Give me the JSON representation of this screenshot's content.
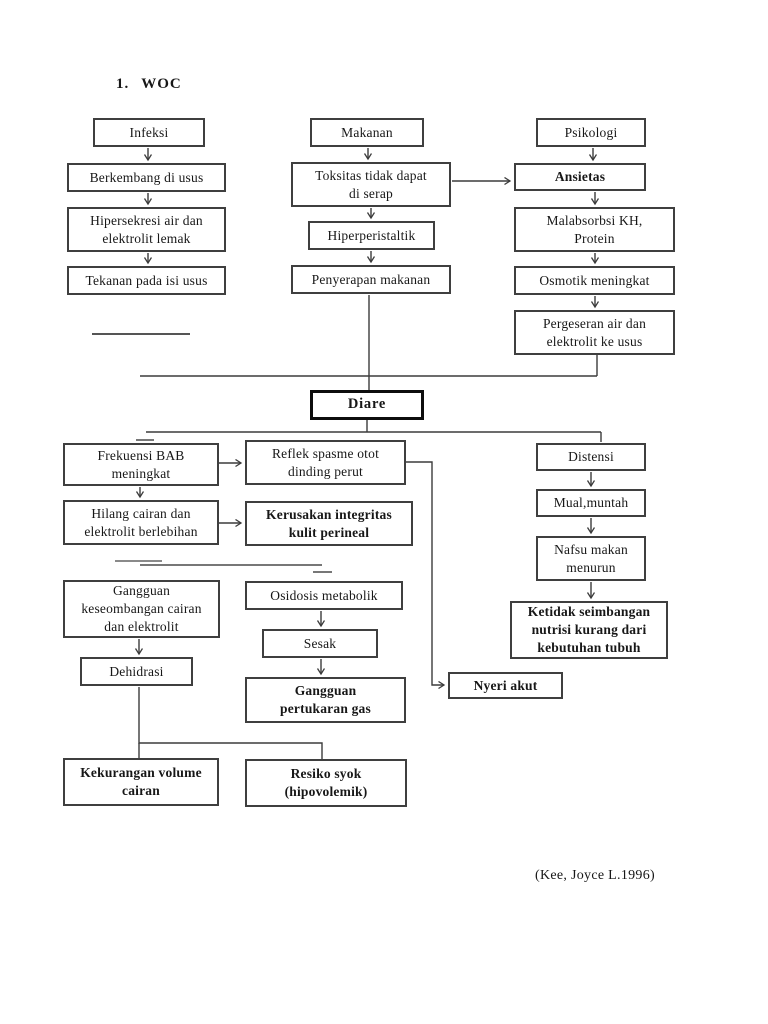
{
  "page": {
    "list_number": "1.",
    "title": "WOC",
    "citation": "(Kee, Joyce L.1996)"
  },
  "diagram_type": "flowchart",
  "nodes": {
    "infeksi": {
      "label": "Infeksi"
    },
    "makanan": {
      "label": "Makanan"
    },
    "psikologi": {
      "label": "Psikologi"
    },
    "berkembang": {
      "label": "Berkembang di usus"
    },
    "toksitas": {
      "label": "Toksitas tidak dapat\ndi serap"
    },
    "ansietas": {
      "label": "Ansietas"
    },
    "hipersekresi": {
      "label": "Hipersekresi air dan\nelektrolit lemak"
    },
    "hiperperistaltik": {
      "label": "Hiperperistaltik"
    },
    "malabsorbsi": {
      "label": "Malabsorbsi KH,\nProtein"
    },
    "tekanan": {
      "label": "Tekanan pada isi usus"
    },
    "penyerapan": {
      "label": "Penyerapan makanan"
    },
    "osmotik": {
      "label": "Osmotik meningkat"
    },
    "pergeseran": {
      "label": "Pergeseran air dan\nelektrolit ke usus"
    },
    "diare": {
      "label": "Diare"
    },
    "frekuensi": {
      "label": "Frekuensi BAB\nmeningkat"
    },
    "reflek": {
      "label": "Reflek spasme otot\ndinding perut"
    },
    "distensi": {
      "label": "Distensi"
    },
    "hilang": {
      "label": "Hilang cairan dan\nelektrolit berlebihan"
    },
    "kerusakan": {
      "label": "Kerusakan integritas\nkulit perineal"
    },
    "mual": {
      "label": "Mual,muntah"
    },
    "nafsu": {
      "label": "Nafsu makan\nmenurun"
    },
    "ketidakseimbangan": {
      "label": "Ketidak seimbangan\nnutrisi kurang dari\nkebutuhan tubuh"
    },
    "gangguan_keseimbangan": {
      "label": "Gangguan\nkeseombangan cairan\ndan elektrolit"
    },
    "osidosis": {
      "label": "Osidosis metabolik"
    },
    "dehidrasi": {
      "label": "Dehidrasi"
    },
    "sesak": {
      "label": "Sesak"
    },
    "gangguan_gas": {
      "label": "Gangguan\npertukaran gas"
    },
    "nyeri": {
      "label": "Nyeri akut"
    },
    "kekurangan": {
      "label": "Kekurangan volume\ncairan"
    },
    "resiko": {
      "label": "Resiko syok\n(hipovolemik)"
    }
  },
  "edges": [
    [
      "infeksi",
      "berkembang"
    ],
    [
      "berkembang",
      "hipersekresi"
    ],
    [
      "hipersekresi",
      "tekanan"
    ],
    [
      "makanan",
      "toksitas"
    ],
    [
      "toksitas",
      "hiperperistaltik"
    ],
    [
      "hiperperistaltik",
      "penyerapan"
    ],
    [
      "toksitas",
      "ansietas"
    ],
    [
      "psikologi",
      "ansietas"
    ],
    [
      "ansietas",
      "malabsorbsi"
    ],
    [
      "malabsorbsi",
      "osmotik"
    ],
    [
      "osmotik",
      "pergeseran"
    ],
    [
      "penyerapan",
      "diare"
    ],
    [
      "pergeseran",
      "diare"
    ],
    [
      "diare",
      "frekuensi"
    ],
    [
      "diare",
      "distensi"
    ],
    [
      "frekuensi",
      "reflek"
    ],
    [
      "frekuensi",
      "hilang"
    ],
    [
      "hilang",
      "kerusakan"
    ],
    [
      "reflek",
      "nyeri"
    ],
    [
      "distensi",
      "mual"
    ],
    [
      "mual",
      "nafsu"
    ],
    [
      "nafsu",
      "ketidakseimbangan"
    ],
    [
      "gangguan_keseimbangan",
      "dehidrasi"
    ],
    [
      "osidosis",
      "sesak"
    ],
    [
      "sesak",
      "gangguan_gas"
    ],
    [
      "dehidrasi",
      "kekurangan"
    ],
    [
      "dehidrasi",
      "resiko"
    ]
  ],
  "colors": {
    "background": "#ffffff",
    "border": "#3f3f3f",
    "diare_border": "#0d0d0d",
    "line": "#3c3c3c",
    "text": "#171717"
  }
}
